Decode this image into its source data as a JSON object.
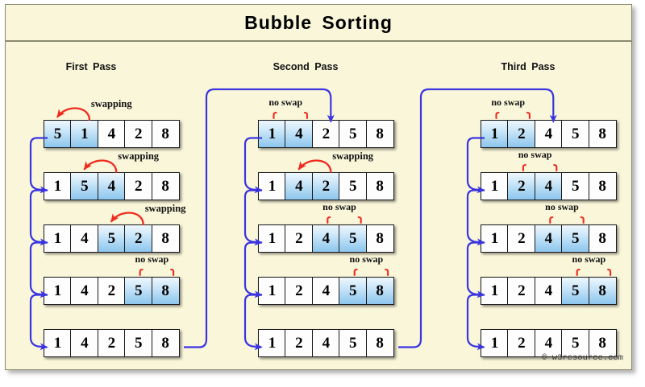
{
  "title": "Bubble  Sorting",
  "watermark": "© w3resource.com",
  "colors": {
    "background": "#faf6da",
    "frame_border": "#8a8a72",
    "cell_highlight": "#a8d4f2",
    "swap_arrow": "#ef2b1e",
    "flow_arrow": "#3a35e0",
    "text": "#000000"
  },
  "passes": [
    {
      "label": "First  Pass",
      "rows": [
        {
          "values": [
            "5",
            "1",
            "4",
            "2",
            "8"
          ],
          "highlight": [
            0,
            1
          ],
          "annotation": {
            "type": "swapping",
            "text": "swapping",
            "span": [
              0,
              1
            ]
          }
        },
        {
          "values": [
            "1",
            "5",
            "4",
            "2",
            "8"
          ],
          "highlight": [
            1,
            2
          ],
          "annotation": {
            "type": "swapping",
            "text": "swapping",
            "span": [
              1,
              2
            ]
          }
        },
        {
          "values": [
            "1",
            "4",
            "5",
            "2",
            "8"
          ],
          "highlight": [
            2,
            3
          ],
          "annotation": {
            "type": "swapping",
            "text": "swapping",
            "span": [
              2,
              3
            ]
          }
        },
        {
          "values": [
            "1",
            "4",
            "2",
            "5",
            "8"
          ],
          "highlight": [
            3,
            4
          ],
          "annotation": {
            "type": "no-swap",
            "text": "no swap",
            "span": [
              3,
              4
            ]
          }
        },
        {
          "values": [
            "1",
            "4",
            "2",
            "5",
            "8"
          ],
          "highlight": [],
          "annotation": null
        }
      ]
    },
    {
      "label": "Second  Pass",
      "rows": [
        {
          "values": [
            "1",
            "4",
            "2",
            "5",
            "8"
          ],
          "highlight": [
            0,
            1
          ],
          "annotation": {
            "type": "no-swap",
            "text": "no swap",
            "span": [
              0,
              1
            ]
          }
        },
        {
          "values": [
            "1",
            "4",
            "2",
            "5",
            "8"
          ],
          "highlight": [
            1,
            2
          ],
          "annotation": {
            "type": "swapping",
            "text": "swapping",
            "span": [
              1,
              2
            ]
          }
        },
        {
          "values": [
            "1",
            "2",
            "4",
            "5",
            "8"
          ],
          "highlight": [
            2,
            3
          ],
          "annotation": {
            "type": "no-swap",
            "text": "no swap",
            "span": [
              2,
              3
            ]
          }
        },
        {
          "values": [
            "1",
            "2",
            "4",
            "5",
            "8"
          ],
          "highlight": [
            3,
            4
          ],
          "annotation": {
            "type": "no-swap",
            "text": "no swap",
            "span": [
              3,
              4
            ]
          }
        },
        {
          "values": [
            "1",
            "2",
            "4",
            "5",
            "8"
          ],
          "highlight": [],
          "annotation": null
        }
      ]
    },
    {
      "label": "Third  Pass",
      "rows": [
        {
          "values": [
            "1",
            "2",
            "4",
            "5",
            "8"
          ],
          "highlight": [
            0,
            1
          ],
          "annotation": {
            "type": "no-swap",
            "text": "no swap",
            "span": [
              0,
              1
            ]
          }
        },
        {
          "values": [
            "1",
            "2",
            "4",
            "5",
            "8"
          ],
          "highlight": [
            1,
            2
          ],
          "annotation": {
            "type": "no-swap",
            "text": "no swap",
            "span": [
              1,
              2
            ]
          }
        },
        {
          "values": [
            "1",
            "2",
            "4",
            "5",
            "8"
          ],
          "highlight": [
            2,
            3
          ],
          "annotation": {
            "type": "no-swap",
            "text": "no swap",
            "span": [
              2,
              3
            ]
          }
        },
        {
          "values": [
            "1",
            "2",
            "4",
            "5",
            "8"
          ],
          "highlight": [
            3,
            4
          ],
          "annotation": {
            "type": "no-swap",
            "text": "no swap",
            "span": [
              3,
              4
            ]
          }
        },
        {
          "values": [
            "1",
            "2",
            "4",
            "5",
            "8"
          ],
          "highlight": [],
          "annotation": null
        }
      ]
    }
  ]
}
